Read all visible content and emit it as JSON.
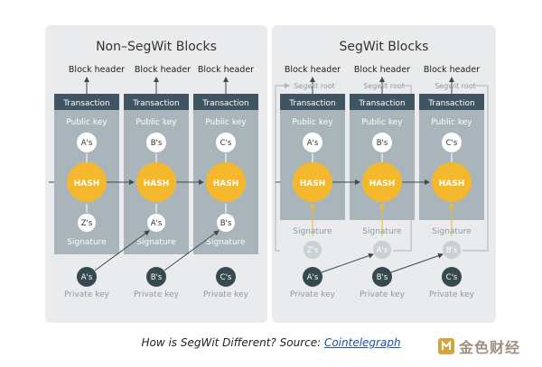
{
  "left_panel": {
    "title": "Non–SegWit Blocks",
    "columns": [
      {
        "header": "Block header",
        "label": "Transaction",
        "public_key": "Public key",
        "pub_node": "A's",
        "hash": "HASH",
        "sig_node": "Z's",
        "signature": "Signature",
        "priv_node": "A's",
        "private_key": "Private key"
      },
      {
        "header": "Block header",
        "label": "Transaction",
        "public_key": "Public key",
        "pub_node": "B's",
        "hash": "HASH",
        "sig_node": "A's",
        "signature": "Signature",
        "priv_node": "B's",
        "private_key": "Private key"
      },
      {
        "header": "Block header",
        "label": "Transaction",
        "public_key": "Public key",
        "pub_node": "C's",
        "hash": "HASH",
        "sig_node": "B's",
        "signature": "Signature",
        "priv_node": "C's",
        "private_key": "Private key"
      }
    ]
  },
  "right_panel": {
    "title": "SegWit Blocks",
    "columns": [
      {
        "header": "Block header",
        "segwit_root": "Segwit root",
        "label": "Transaction",
        "public_key": "Public key",
        "pub_node": "A's",
        "hash": "HASH",
        "signature": "Signature",
        "sig_node": "Z's",
        "priv_node": "A's",
        "private_key": "Private key"
      },
      {
        "header": "Block header",
        "segwit_root": "Segwit root",
        "label": "Transaction",
        "public_key": "Public key",
        "pub_node": "B's",
        "hash": "HASH",
        "signature": "Signature",
        "sig_node": "A's",
        "priv_node": "B's",
        "private_key": "Private key"
      },
      {
        "header": "Block header",
        "segwit_root": "Segwit root",
        "label": "Transaction",
        "public_key": "Public key",
        "pub_node": "C's",
        "hash": "HASH",
        "signature": "Signature",
        "sig_node": "B's",
        "priv_node": "C's",
        "private_key": "Private key"
      }
    ]
  },
  "caption": {
    "text": "How is SegWit Different? Source: ",
    "link": "Cointelegraph"
  },
  "watermark": {
    "text": "金色财经",
    "icon": "golden-logo-icon"
  },
  "colors": {
    "panel": "#e9ebec",
    "column": "#aab4bb",
    "column_header": "#3f5561",
    "hash": "#f4b82d",
    "dark_node": "#36494f",
    "light_node": "#c9d1d5",
    "arrow": "#3a4a52",
    "muted_text": "#8d9ba2"
  }
}
